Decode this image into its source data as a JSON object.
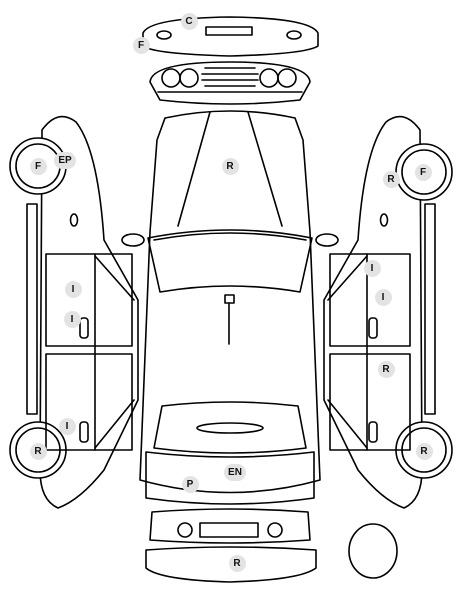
{
  "markers": [
    {
      "code": "C"
    },
    {
      "code": "F"
    },
    {
      "code": "R"
    },
    {
      "code": "F"
    },
    {
      "code": "EP"
    },
    {
      "code": "R"
    },
    {
      "code": "F"
    },
    {
      "code": "I"
    },
    {
      "code": "I"
    },
    {
      "code": "I"
    },
    {
      "code": "I"
    },
    {
      "code": "R"
    },
    {
      "code": "I"
    },
    {
      "code": "R"
    },
    {
      "code": "R"
    },
    {
      "code": "EN"
    },
    {
      "code": "P"
    },
    {
      "code": "R"
    }
  ],
  "colors": {
    "marker_fill": "#e3e3e3",
    "line": "#000000",
    "background": "#ffffff"
  }
}
